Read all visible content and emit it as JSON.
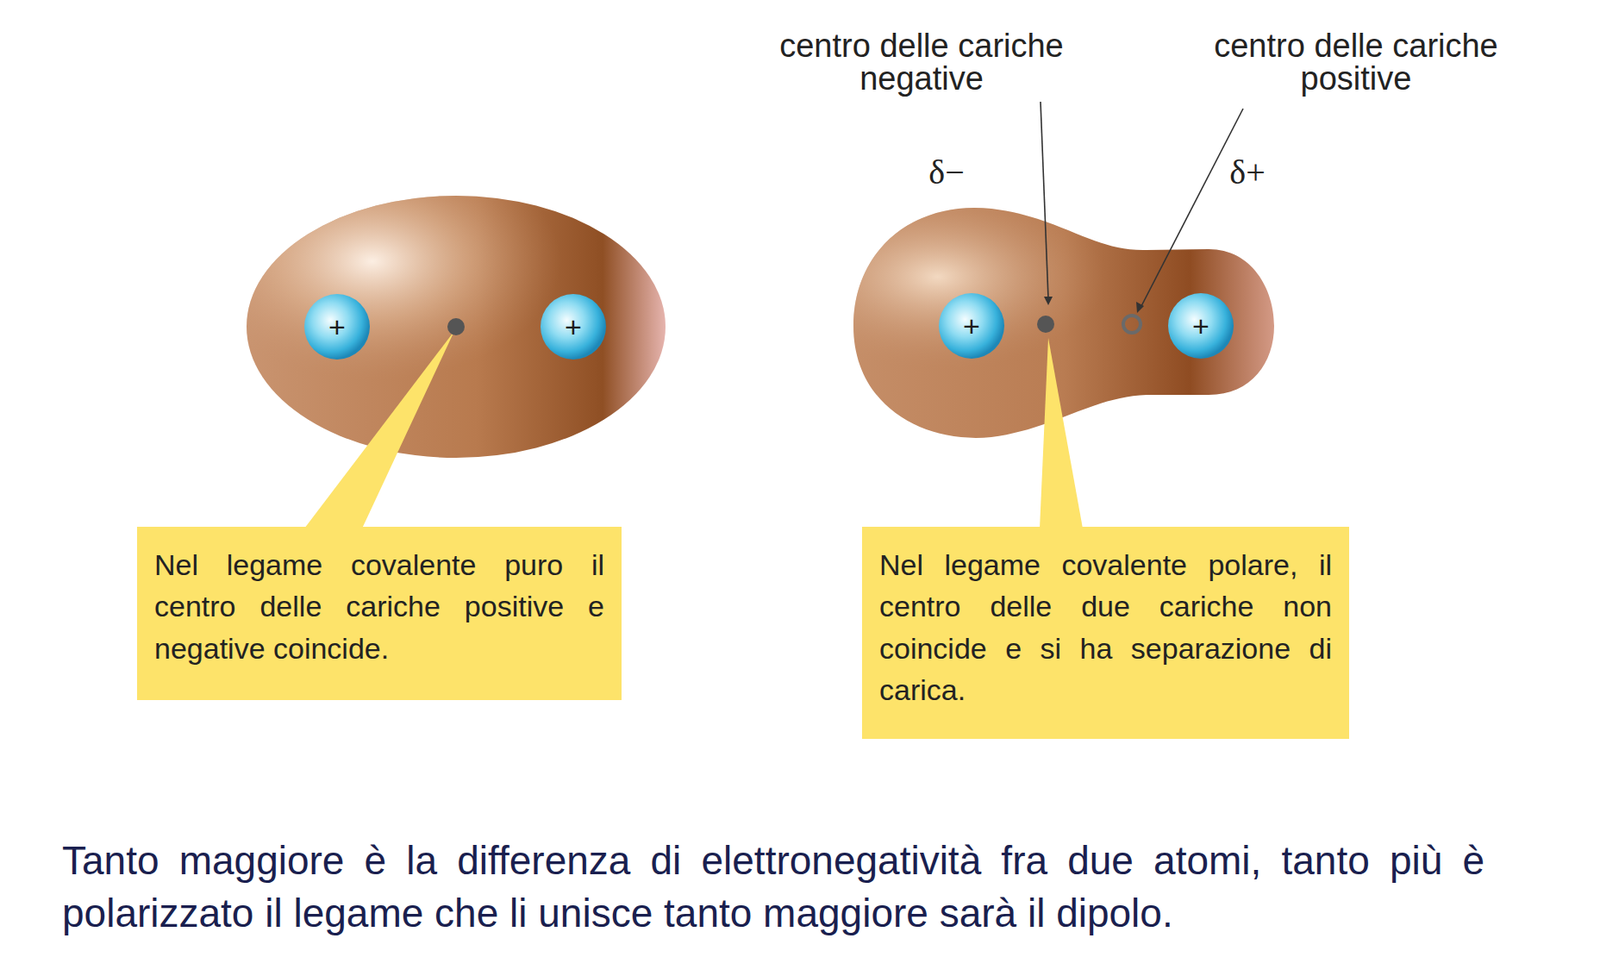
{
  "diagram": {
    "caption": "Tanto maggiore è la differenza di elettronegatività fra due atomi, tanto più è polarizzato il legame che li unisce tanto maggiore sarà il dipolo.",
    "nodes": [
      {
        "text": [
          "+"
        ]
      },
      {
        "text": [
          "+"
        ]
      },
      {
        "text": [
          "+"
        ]
      },
      {
        "text": [
          "+"
        ]
      },
      {
        "text": [
          "Nel legame covalente puro il centro delle cariche positive e negative coincide."
        ]
      },
      {
        "text": [
          "Nel legame covalente polare, il centro delle due cariche non coincide e si ha separazione di carica."
        ]
      }
    ],
    "labels": [
      "centro delle cariche negative",
      "centro delle cariche positive",
      "δ−",
      "δ+"
    ]
  }
}
